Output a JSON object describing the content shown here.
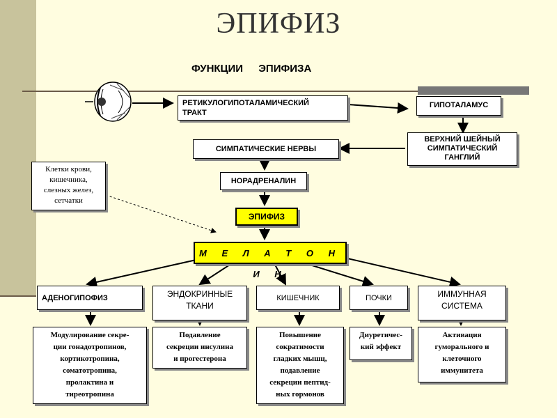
{
  "title": "ЭПИФИЗ",
  "subtitle": "ФУНКЦИИ ЭПИФИЗА",
  "nodes": {
    "retino_tract": "РЕТИКУЛОГИПОТАЛАМИЧЕСКИЙ\nТРАКТ",
    "hypothalamus": "ГИПОТАЛАМУС",
    "upper_cervical": "ВЕРХНИЙ ШЕЙНЫЙ\nСИМПАТИЧЕСКИЙ\nГАНГЛИЙ",
    "sympathetic_nerves": "СИМПАТИЧЕСКИЕ НЕРВЫ",
    "noradrenaline": "НОРАДРЕНАЛИН",
    "epiphysis": "ЭПИФИЗ",
    "melatonin": "М Е Л А Т О Н И Н",
    "cells_note": "Клетки крови,\nкишечника,\nслезных желез,\nсетчатки"
  },
  "targets": [
    {
      "label": "АДЕНОГИПОФИЗ",
      "effect": "Модулирование секре-\nции гонадотропинов,\nкортикотропина,\nсоматотропина,\nпролактина и\nтиреотропина"
    },
    {
      "label": "ЭНДОКРИННЫЕ\nТКАНИ",
      "effect": "Подавление\nсекреции инсулина\nи прогестерона"
    },
    {
      "label": "КИШЕЧНИК",
      "effect": "Повышение\nсократимости\nгладких мышц,\nподавление\nсекреции пептид-\nных гормонов"
    },
    {
      "label": "ПОЧКИ",
      "effect": "Диуретичес-\nкий эффект"
    },
    {
      "label": "ИММУННАЯ\nСИСТЕМА",
      "effect": "Активация\nгуморального и\nклеточного\nиммунитета"
    }
  ],
  "icons": {
    "eye": "eye-icon"
  }
}
